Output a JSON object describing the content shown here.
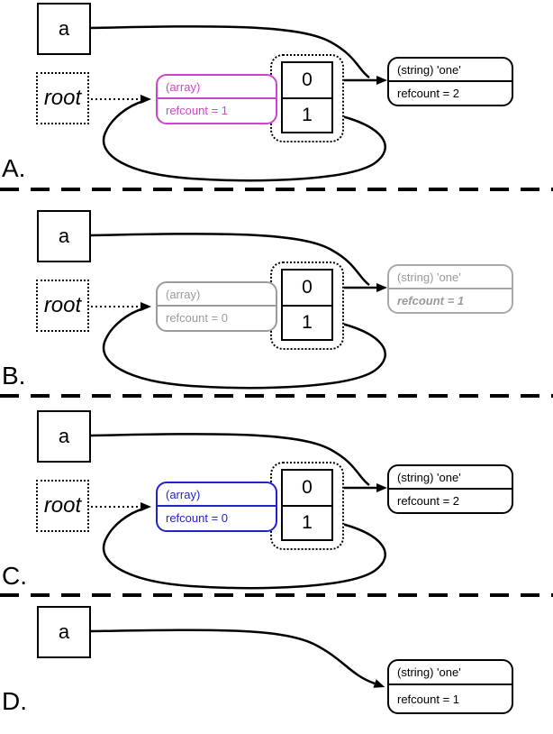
{
  "diagram": {
    "sections": [
      {
        "label": "A.",
        "variable": "a",
        "root": "root",
        "array": {
          "type": "(array)",
          "refcount": "refcount = 1"
        },
        "cells": [
          "0",
          "1"
        ],
        "string": {
          "type": "(string) 'one'",
          "refcount": "refcount = 2"
        }
      },
      {
        "label": "B.",
        "variable": "a",
        "root": "root",
        "array": {
          "type": "(array)",
          "refcount": "refcount = 0"
        },
        "cells": [
          "0",
          "1"
        ],
        "string": {
          "type": "(string) 'one'",
          "refcount": "refcount = 1"
        }
      },
      {
        "label": "C.",
        "variable": "a",
        "root": "root",
        "array": {
          "type": "(array)",
          "refcount": "refcount = 0"
        },
        "cells": [
          "0",
          "1"
        ],
        "string": {
          "type": "(string) 'one'",
          "refcount": "refcount = 2"
        }
      },
      {
        "label": "D.",
        "variable": "a",
        "string": {
          "type": "(string) 'one'",
          "refcount": "refcount = 1"
        }
      }
    ],
    "colors": {
      "array_root_candidate": "#cc44cc",
      "array_marked": "#9b9b9b",
      "array_scanned": "#2222cc",
      "line": "#000000"
    }
  }
}
